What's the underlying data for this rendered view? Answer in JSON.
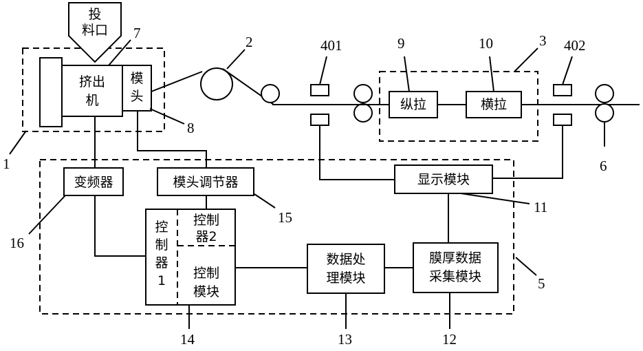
{
  "hopper": {
    "label": [
      "投",
      "料口"
    ]
  },
  "extruder": {
    "label": [
      "挤出",
      "机"
    ]
  },
  "die_head": {
    "label": [
      "模",
      "头"
    ]
  },
  "longitudinal_stretch": {
    "label": "纵拉"
  },
  "transverse_stretch": {
    "label": "横拉"
  },
  "frequency_converter": {
    "label": "变频器"
  },
  "die_regulator": {
    "label": "模头调节器"
  },
  "display_module": {
    "label": "显示模块"
  },
  "controller1": {
    "label": [
      "控",
      "制",
      "器",
      "1"
    ]
  },
  "controller2": {
    "label": [
      "控制",
      "器2"
    ]
  },
  "control_module": {
    "label": [
      "控制",
      "模块"
    ]
  },
  "data_processing": {
    "label": [
      "数据处",
      "理模块"
    ]
  },
  "thickness_acquisition": {
    "label": [
      "膜厚数据",
      "采集模块"
    ]
  },
  "reference_numbers": {
    "n1": "1",
    "n2": "2",
    "n3": "3",
    "n401": "401",
    "n402": "402",
    "n5": "5",
    "n6": "6",
    "n7": "7",
    "n8": "8",
    "n9": "9",
    "n10": "10",
    "n11": "11",
    "n12": "12",
    "n13": "13",
    "n14": "14",
    "n15": "15",
    "n16": "16"
  }
}
